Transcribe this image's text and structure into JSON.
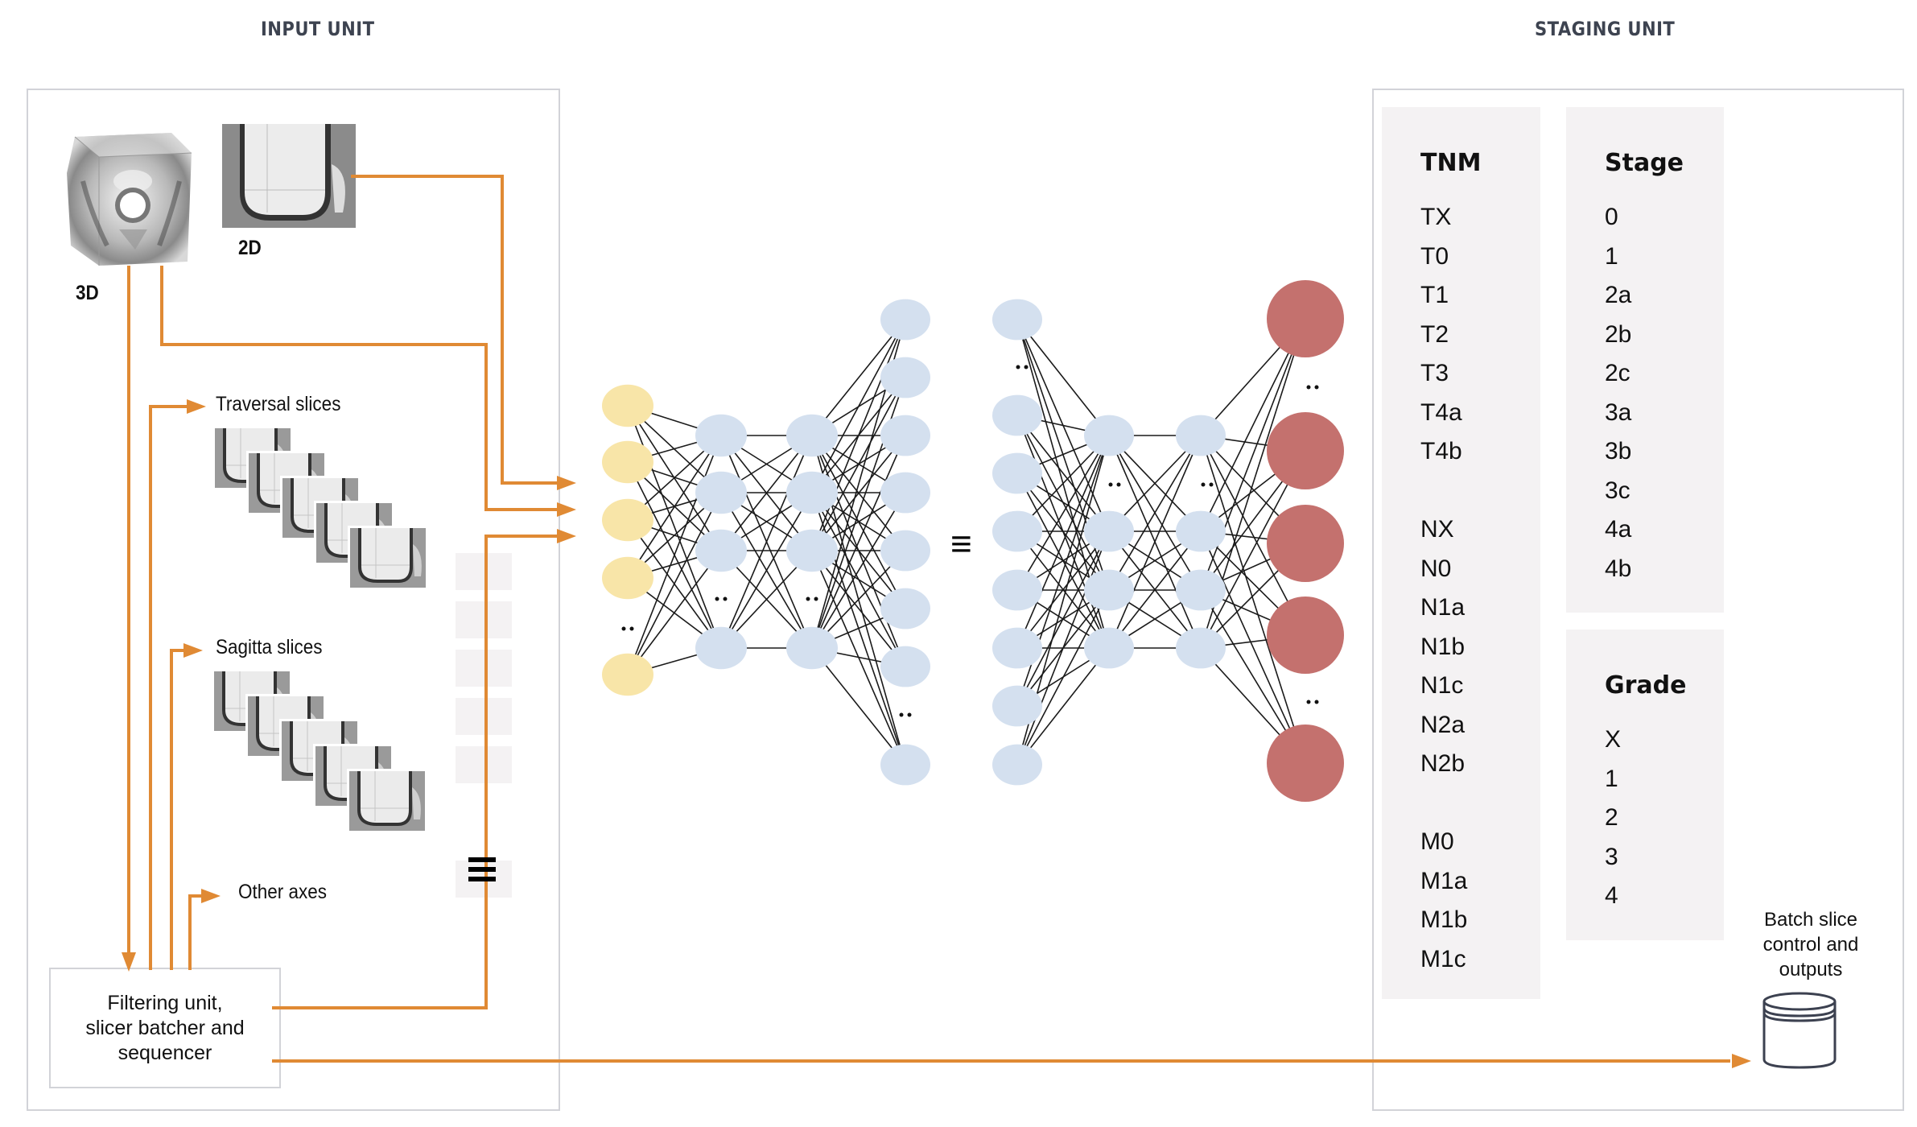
{
  "titles": {
    "input_unit": "INPUT UNIT",
    "staging_unit": "STAGING UNIT"
  },
  "input": {
    "label_3d": "3D",
    "label_2d": "2D",
    "traversal_label": "Traversal slices",
    "sagitta_label": "Sagitta slices",
    "other_axes_label": "Other axes",
    "filter_box_lines": [
      "Filtering unit,",
      "slicer batcher and",
      "sequencer"
    ],
    "traversal_slice_count": 5,
    "sagitta_slice_count": 5,
    "batch_box_count": 6,
    "equivalence_symbol": "≡"
  },
  "network": {
    "encoder": {
      "input_layer_nodes": 5,
      "hidden_layer_1_nodes": 4,
      "hidden_layer_2_nodes": 4,
      "output_layer_nodes": 8,
      "ellipsis": ".."
    },
    "equivalence_symbol": "≡",
    "decoder": {
      "input_layer_nodes": 8,
      "hidden_layer_1_nodes": 4,
      "hidden_layer_2_nodes": 4,
      "output_layer_nodes": 5,
      "ellipsis": ".."
    },
    "colors": {
      "input_node": "#F8E5A8",
      "hidden_node": "#D4E0EF",
      "output_node": "#C4716E",
      "edge": "#1a1a1a",
      "flow_arrow": "#E08A34"
    }
  },
  "staging": {
    "tnm": {
      "title": "TNM",
      "groups": [
        [
          "TX",
          "T0",
          "T1",
          "T2",
          "T3",
          "T4a",
          "T4b"
        ],
        [
          "NX",
          "N0",
          "N1a",
          "N1b",
          "N1c",
          "N2a",
          "N2b"
        ],
        [
          "M0",
          "M1a",
          "M1b",
          "M1c"
        ]
      ]
    },
    "stage": {
      "title": "Stage",
      "items": [
        "0",
        "1",
        "2a",
        "2b",
        "2c",
        "3a",
        "3b",
        "3c",
        "4a",
        "4b"
      ]
    },
    "grade": {
      "title": "Grade",
      "items": [
        "X",
        "1",
        "2",
        "3",
        "4"
      ]
    },
    "output_label_lines": [
      "Batch slice",
      "control and",
      "outputs"
    ]
  }
}
